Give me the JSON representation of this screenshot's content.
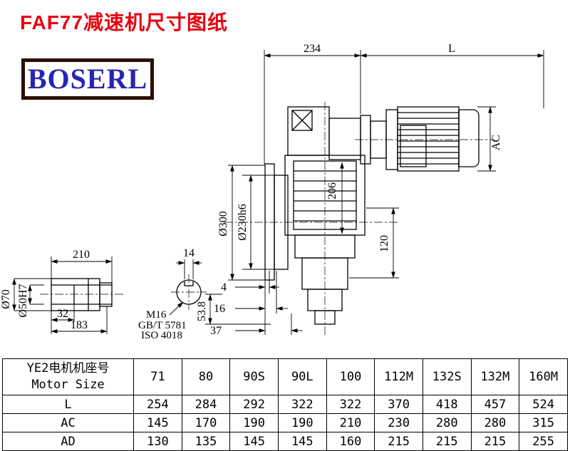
{
  "page": {
    "title": "FAF77减速机尺寸图纸",
    "logo": "BOSERL"
  },
  "colors": {
    "title_red": "#e8000d",
    "logo_blue": "#2726b3",
    "logo_border": "#2b0e04",
    "line_black": "#000000"
  },
  "drawing": {
    "dims": {
      "d234": "234",
      "dL": "L",
      "dAC": "AC",
      "d206": "206",
      "d300": "Ø300",
      "d230": "Ø230h6",
      "d120": "120",
      "d210": "210",
      "d14": "14",
      "d4": "4",
      "d16": "16",
      "d37": "37",
      "d53_8": "53.8",
      "d70": "Ø70",
      "d50": "Ø50H7",
      "d32": "32",
      "d183": "183",
      "m16": "M16",
      "gb": "GB/T 5781",
      "iso": "ISO 4018"
    }
  },
  "table": {
    "header": {
      "line1": "YE2电机机座号",
      "line2": "Motor Size"
    },
    "sizes": [
      "71",
      "80",
      "90S",
      "90L",
      "100",
      "112M",
      "132S",
      "132M",
      "160M"
    ],
    "rows": [
      {
        "label": "L",
        "values": [
          "254",
          "284",
          "292",
          "322",
          "322",
          "370",
          "418",
          "457",
          "524"
        ]
      },
      {
        "label": "AC",
        "values": [
          "145",
          "170",
          "190",
          "190",
          "210",
          "230",
          "280",
          "280",
          "315"
        ]
      },
      {
        "label": "AD",
        "values": [
          "130",
          "135",
          "145",
          "145",
          "160",
          "215",
          "215",
          "215",
          "255"
        ]
      }
    ]
  }
}
